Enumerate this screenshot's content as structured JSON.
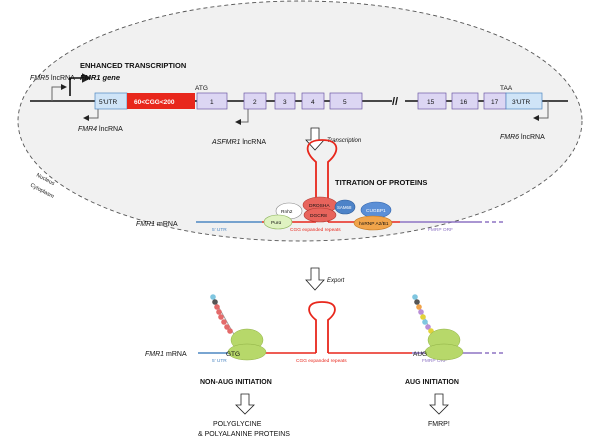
{
  "compartments": {
    "nucleus": "Nucleus",
    "cytoplasm": "Cytoplasm"
  },
  "gene": {
    "enhanced_transcription": "ENHANCED TRANSCRIPTION",
    "gene_name": "FMR1 gene",
    "fmr5": {
      "name": "FMR5",
      "suffix": " lncRNA"
    },
    "fmr4": {
      "name": "FMR4",
      "suffix": " lncRNA"
    },
    "asfmr1": {
      "name": "ASFMR1",
      "suffix": " lncRNA"
    },
    "fmr6": {
      "name": "FMR6",
      "suffix": " lncRNA"
    },
    "start_codon": "ATG",
    "stop_codon": "TAA",
    "utr5": "5'UTR",
    "utr3": "3'UTR",
    "cgg_repeat": "60<CGG<200",
    "exons": [
      "1",
      "2",
      "3",
      "4",
      "5",
      "15",
      "16",
      "17"
    ],
    "break_mark": "//"
  },
  "steps": {
    "transcription": "Transcription",
    "export": "Export"
  },
  "titration": {
    "title": "TITRATION OF PROTEINS",
    "mrna_name": "FMR1",
    "mrna_suffix": " mRNA",
    "utr5_label": "5' UTR",
    "repeats_label": "CGG expanded repeats",
    "orf_label": "FMRP ORF",
    "proteins": {
      "rnh2": "Rnh2",
      "pura": "Purα",
      "drosha": "DROSHA",
      "dgcr8": "DGCR8",
      "sam68": "SAM68",
      "cugbp1": "CUGBP1",
      "hnrnp": "hnRNP A2/B1"
    }
  },
  "translation": {
    "mrna_name": "FMR1",
    "mrna_suffix": " mRNA",
    "gtg": "GTG",
    "aug": "AUG",
    "utr5_label": "5' UTR",
    "repeats_label": "CGG expanded repeats",
    "orf_label": "FMRP ORF",
    "non_aug_title": "NON-AUG INITIATION",
    "aug_title": "AUG INITIATION",
    "product_left_line1": "POLYGLYCINE",
    "product_left_line2": "& POLYALANINE PROTEINS",
    "product_right": "FMRP!"
  },
  "colors": {
    "repeat_red": "#e8271c",
    "utr_blue": "#4d87c2",
    "orf_purple": "#8e74c4",
    "ribosome_green": "#b7d86a",
    "drosha_red": "#e8645c",
    "sam68_blue": "#4d83c8",
    "cugbp1_blue": "#5b8fd6",
    "hnrnp_orange": "#f1a44a",
    "pura_green": "#dff2c1"
  }
}
